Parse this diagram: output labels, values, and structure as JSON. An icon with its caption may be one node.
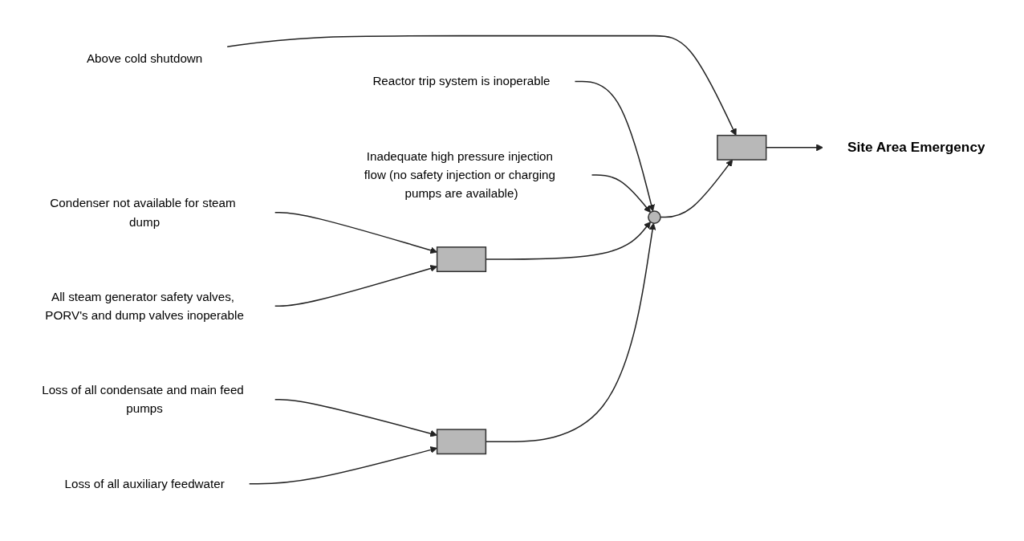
{
  "diagram": {
    "nodes": [
      {
        "text": [
          "Above cold shutdown"
        ]
      },
      {
        "text": [
          "Site Area Emergency"
        ]
      },
      {
        "text": [
          "Reactor trip system is inoperable"
        ]
      },
      {
        "text": [
          "Inadequate high pressure injection flow (no safety injection or charging pumps are available)"
        ]
      },
      {
        "text": [
          "Condenser not available for steam dump"
        ]
      },
      {
        "text": [
          "All steam generator safety valves, PORV's and dump valves inoperable"
        ]
      },
      {
        "text": [
          "Loss of all condensate and main feed pumps"
        ]
      },
      {
        "text": [
          "Loss of all auxiliary feedwater"
        ]
      },
      {
        "text": [],
        "shape": "box"
      },
      {
        "text": [],
        "shape": "circle"
      },
      {
        "text": [],
        "shape": "box"
      },
      {
        "text": [],
        "shape": "box"
      }
    ],
    "edges": [
      {
        "from": 0,
        "to": 8,
        "arrow": "to"
      },
      {
        "from": 9,
        "to": 8,
        "arrow": "to"
      },
      {
        "from": 8,
        "to": 1,
        "arrow": "to"
      },
      {
        "from": 2,
        "to": 9,
        "arrow": "to"
      },
      {
        "from": 3,
        "to": 9,
        "arrow": "to"
      },
      {
        "from": 10,
        "to": 9,
        "arrow": "to"
      },
      {
        "from": 11,
        "to": 9,
        "arrow": "to"
      },
      {
        "from": 4,
        "to": 10,
        "arrow": "to"
      },
      {
        "from": 5,
        "to": 10,
        "arrow": "to"
      },
      {
        "from": 6,
        "to": 11,
        "arrow": "to"
      },
      {
        "from": 7,
        "to": 11,
        "arrow": "to"
      }
    ]
  }
}
